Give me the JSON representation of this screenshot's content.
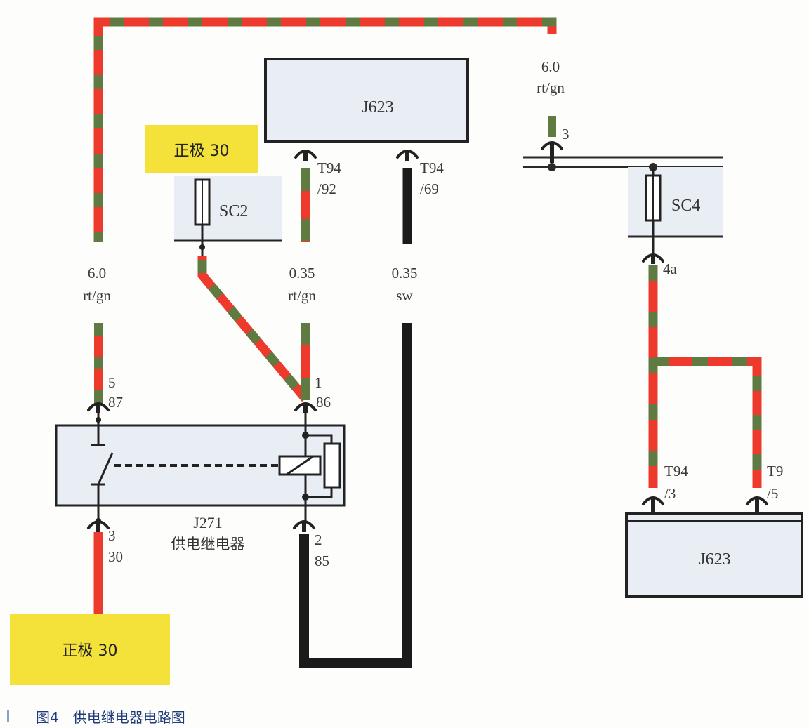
{
  "colors": {
    "wire_red": "#ed3a2c",
    "wire_green": "#5f7b42",
    "wire_black": "#1b1b1b",
    "positive_terminal": "#f4e23a",
    "component_fill": "#e9eef4"
  },
  "components": {
    "ecu_top": "J623",
    "ecu_bottom": "J623",
    "fuse_sc2": "SC2",
    "fuse_sc4": "SC4",
    "relay_id": "J271",
    "relay_name": "供电继电器",
    "positive_top": "正极 30",
    "positive_bottom": "正极 30"
  },
  "wires": {
    "w1_size": "6.0",
    "w1_color": "rt/gn",
    "w2_size": "6.0",
    "w2_color": "rt/gn",
    "w3_size": "0.35",
    "w3_color": "rt/gn",
    "w4_size": "0.35",
    "w4_color": "sw"
  },
  "pins": {
    "ecu_pin_a": "T94",
    "ecu_pin_a_no": "/92",
    "ecu_pin_b": "T94",
    "ecu_pin_b_no": "/69",
    "sc4_in": "3",
    "sc4_out": "4a",
    "relay_87_pos": "5",
    "relay_87": "87",
    "relay_86_pos": "1",
    "relay_86": "86",
    "relay_30_pos": "3",
    "relay_30": "30",
    "relay_85_pos": "2",
    "relay_85": "85",
    "ecu2_pin_a": "T94",
    "ecu2_pin_a_no": "/3",
    "ecu2_pin_b": "T9",
    "ecu2_pin_b_no": "/5"
  },
  "caption": "图4　供电继电器电路图"
}
